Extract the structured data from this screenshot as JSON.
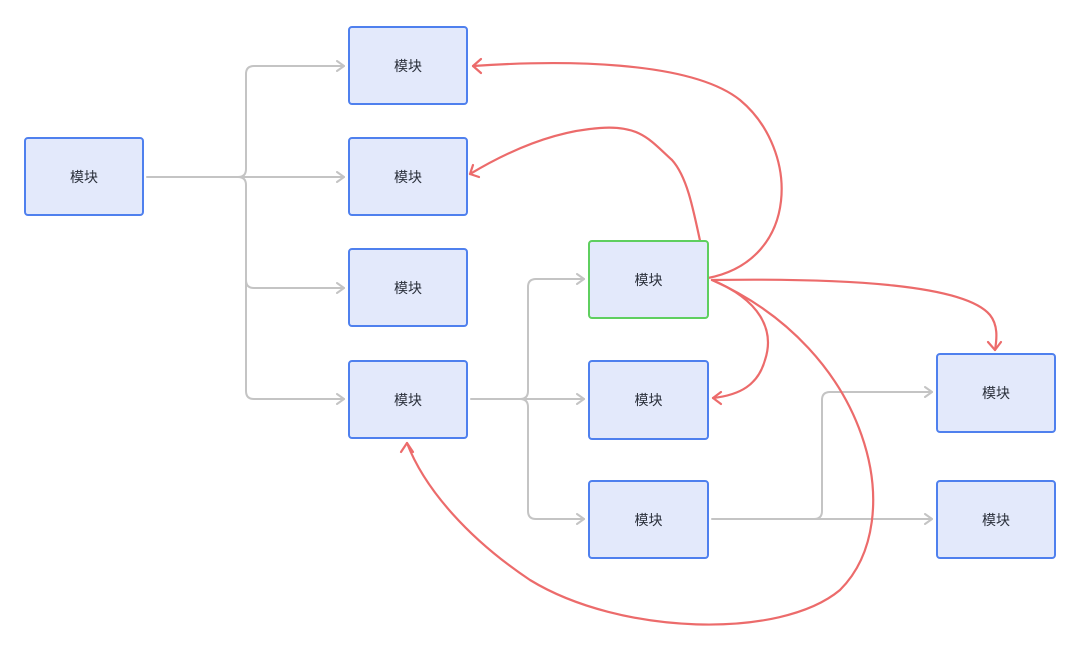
{
  "diagram": {
    "colors": {
      "node_fill": "#e3e9fb",
      "node_border": "#4f80ee",
      "active_border": "#5fcf5f",
      "connector": "#c4c4c4",
      "reference_arrow": "#ec6b6b"
    },
    "nodes": [
      {
        "id": "root",
        "label": "模块"
      },
      {
        "id": "c1",
        "label": "模块"
      },
      {
        "id": "c2",
        "label": "模块"
      },
      {
        "id": "c3",
        "label": "模块"
      },
      {
        "id": "c4",
        "label": "模块"
      },
      {
        "id": "g1",
        "label": "模块",
        "active": true
      },
      {
        "id": "g2",
        "label": "模块"
      },
      {
        "id": "g3",
        "label": "模块"
      },
      {
        "id": "r1",
        "label": "模块"
      },
      {
        "id": "r2",
        "label": "模块"
      }
    ],
    "tree_edges": [
      {
        "from": "root",
        "to": [
          "c1",
          "c2",
          "c3",
          "c4"
        ]
      },
      {
        "from": "c4",
        "to": [
          "g1",
          "g2",
          "g3"
        ]
      },
      {
        "from": "g3",
        "to": [
          "r1",
          "r2"
        ]
      }
    ],
    "reference_edges": [
      {
        "from": "g1",
        "to": "c1"
      },
      {
        "from": "g1",
        "to": "c2"
      },
      {
        "from": "g1",
        "to": "g2"
      },
      {
        "from": "g1",
        "to": "r1"
      },
      {
        "from": "g1",
        "to": "c4"
      }
    ]
  }
}
